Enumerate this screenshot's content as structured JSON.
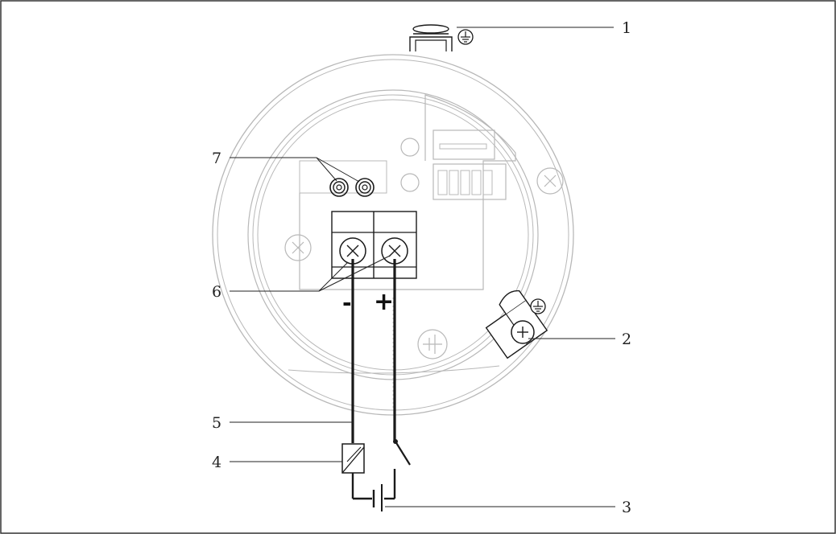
{
  "callouts": [
    {
      "id": "1",
      "label": "1"
    },
    {
      "id": "2",
      "label": "2"
    },
    {
      "id": "3",
      "label": "3"
    },
    {
      "id": "4",
      "label": "4"
    },
    {
      "id": "5",
      "label": "5"
    },
    {
      "id": "6",
      "label": "6"
    },
    {
      "id": "7",
      "label": "7"
    }
  ],
  "terminals": {
    "negative_label": "-",
    "positive_label": "+"
  },
  "icons": [
    "ground-icon",
    "screw-terminal-icon",
    "battery-icon",
    "switch-icon",
    "load-icon",
    "test-socket-icon"
  ],
  "colors": {
    "housing": "#b8b8b8",
    "wiring": "#1a1a1a",
    "border": "#333333"
  }
}
